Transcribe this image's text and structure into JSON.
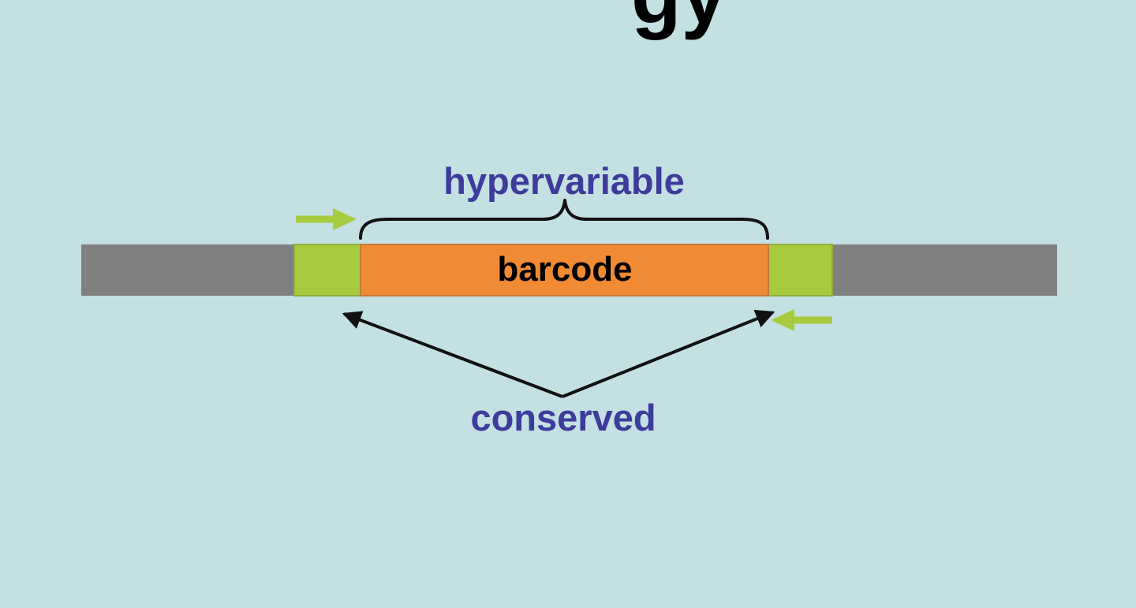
{
  "title_fragment": "gy",
  "labels": {
    "hypervariable": "hypervariable",
    "barcode": "barcode",
    "conserved": "conserved"
  },
  "colors": {
    "background": "#c3e0e2",
    "flank_dna": "#808080",
    "conserved_region": "#a6cb3f",
    "barcode_region": "#f08a34",
    "label_text": "#3d3b9c",
    "barcode_text": "#000000",
    "primer_arrow": "#a6cb3f",
    "bracket_and_pointers": "#111111"
  },
  "regions": [
    "flank",
    "conserved",
    "barcode",
    "conserved",
    "flank"
  ],
  "primers": [
    "forward-primer",
    "reverse-primer"
  ]
}
